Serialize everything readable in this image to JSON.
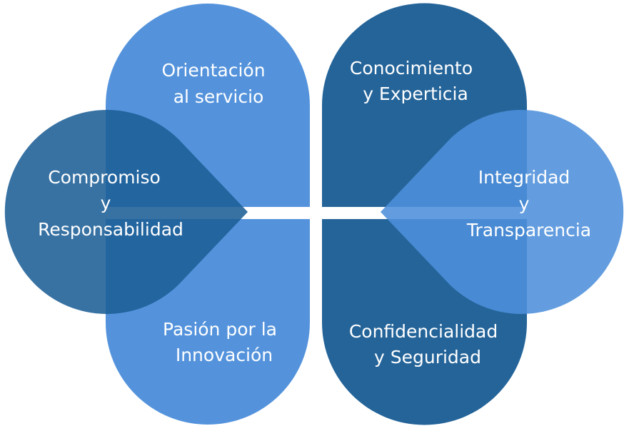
{
  "colors": {
    "light": "#4d8fdb",
    "dark": "#1d5f96",
    "background": "#ffffff"
  },
  "petals": [
    {
      "id": "orientacion",
      "tone": "light",
      "lines": [
        "Orientación",
        "al servicio"
      ]
    },
    {
      "id": "conocimiento",
      "tone": "dark",
      "lines": [
        "Conocimiento",
        "y Experticia"
      ]
    },
    {
      "id": "compromiso",
      "tone": "dark",
      "lines": [
        "Compromiso",
        "y",
        "Responsabilidad"
      ]
    },
    {
      "id": "integridad",
      "tone": "light",
      "lines": [
        "Integridad",
        "y",
        "Transparencia"
      ]
    },
    {
      "id": "pasion",
      "tone": "light",
      "lines": [
        "Pasión por la",
        "Innovación"
      ]
    },
    {
      "id": "confidencialidad",
      "tone": "dark",
      "lines": [
        "Confidencialidad",
        "y Seguridad"
      ]
    }
  ]
}
